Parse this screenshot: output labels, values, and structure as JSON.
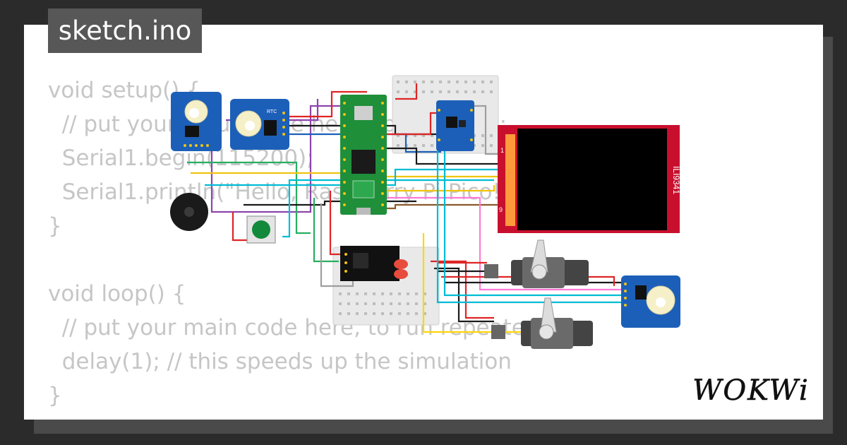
{
  "file_tab": "sketch.ino",
  "code_lines": [
    "void setup() {",
    "  // put your setup code here, to run once:",
    "  Serial1.begin(115200);",
    "  Serial1.println(\"Hello, Raspberry Pi Pico!\");",
    "}",
    "",
    "void loop() {",
    "  // put your main code here, to run repeatedly:",
    "  delay(1); // this speeds up the simulation",
    "}"
  ],
  "components": {
    "rtc_label": "RTC",
    "display_label": "ILI9341",
    "display_pin_top": "1",
    "display_pin_bottom": "9"
  },
  "brand": "WOKWi",
  "colors": {
    "background": "#2b2b2b",
    "card": "#ffffff",
    "tab": "#575757",
    "code_text": "#c6c6c6",
    "pico_green": "#1f8f3a",
    "display_red": "#c8102e",
    "module_blue": "#1c5fb8"
  }
}
